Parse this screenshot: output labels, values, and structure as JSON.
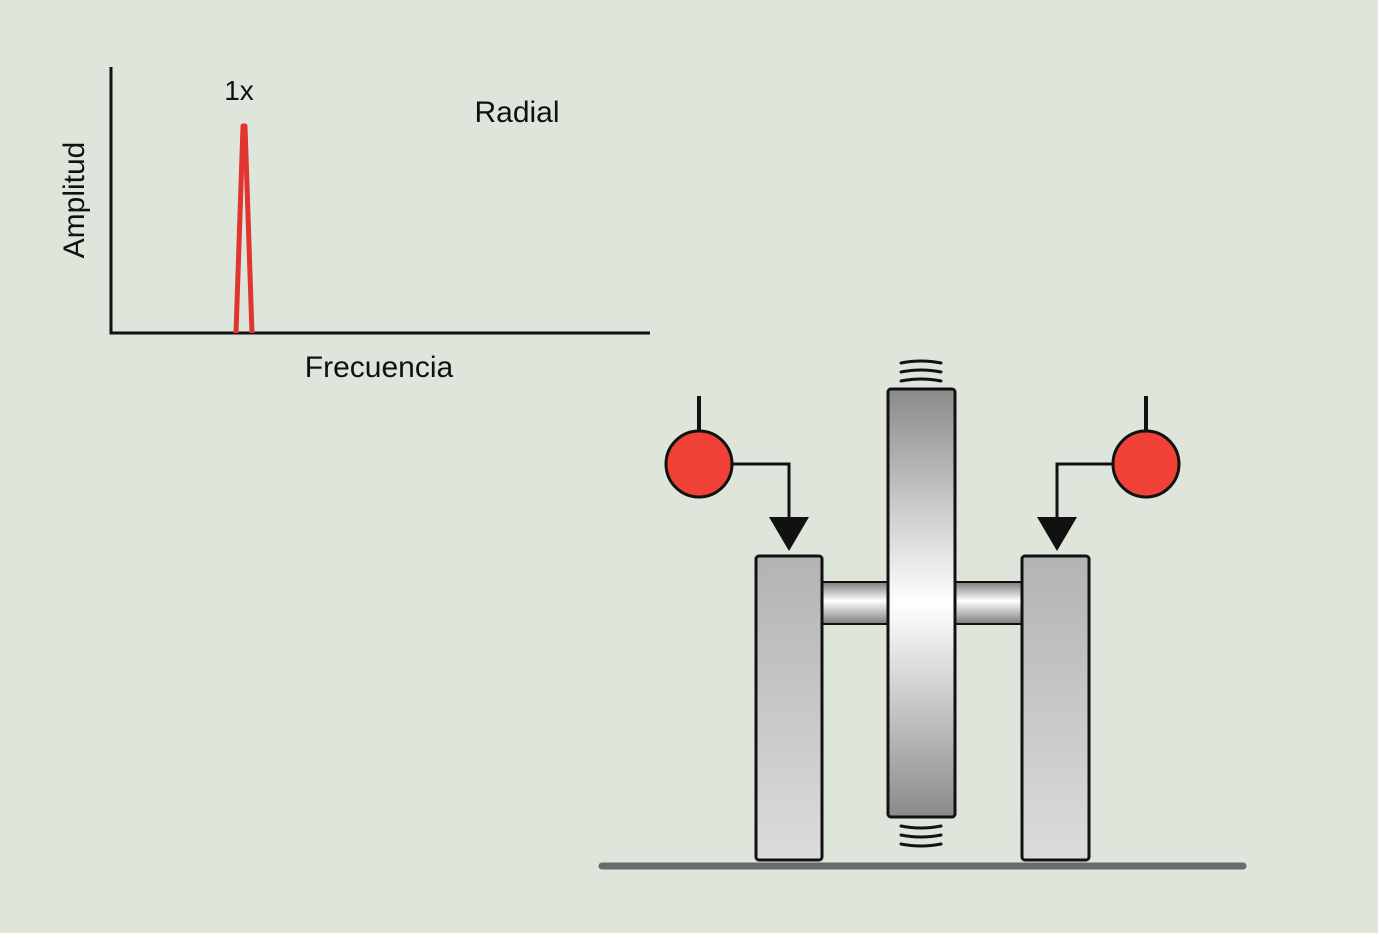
{
  "spectrum": {
    "axis_x_label": "Frecuencia",
    "axis_y_label": "Amplitud",
    "peak_label": "1x",
    "direction_label": "Radial",
    "peak_color": "#e03530"
  },
  "colors": {
    "background": "#dee5da",
    "sensor": "#ef4136",
    "outline": "#111111",
    "base": "#6b6b6b"
  }
}
